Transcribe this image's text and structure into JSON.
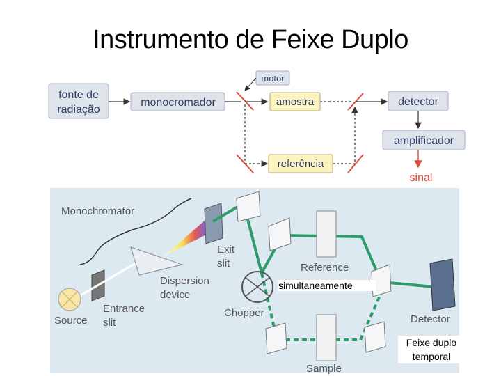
{
  "title": "Instrumento de Feixe Duplo",
  "block_diagram": {
    "source": [
      "fonte de",
      "radiação"
    ],
    "monochromator": "monocromador",
    "motor": "motor",
    "sample": "amostra",
    "reference": "referência",
    "detector": "detector",
    "amplifier": "amplificador",
    "signal": "sinal"
  },
  "illustration": {
    "monochromator": "Monochromator",
    "exit_slit": [
      "Exit",
      "slit"
    ],
    "dispersion_device": [
      "Dispersion",
      "device"
    ],
    "entrance_slit": [
      "Entrance",
      "slit"
    ],
    "source": "Source",
    "chopper": "Chopper",
    "reference": "Reference",
    "detector": "Detector",
    "sample": "Sample"
  },
  "notes": {
    "simultaneous": "simultaneamente",
    "temporal": [
      "Feixe duplo",
      "temporal"
    ]
  },
  "colors": {
    "box_fill": "#dfe3ea",
    "highlight_fill": "#fbf3c0",
    "box_text": "#2e3c66",
    "red_accent": "#e0483a",
    "beam_green": "#2e9b6a",
    "panel_bg": "#dde9f0"
  }
}
